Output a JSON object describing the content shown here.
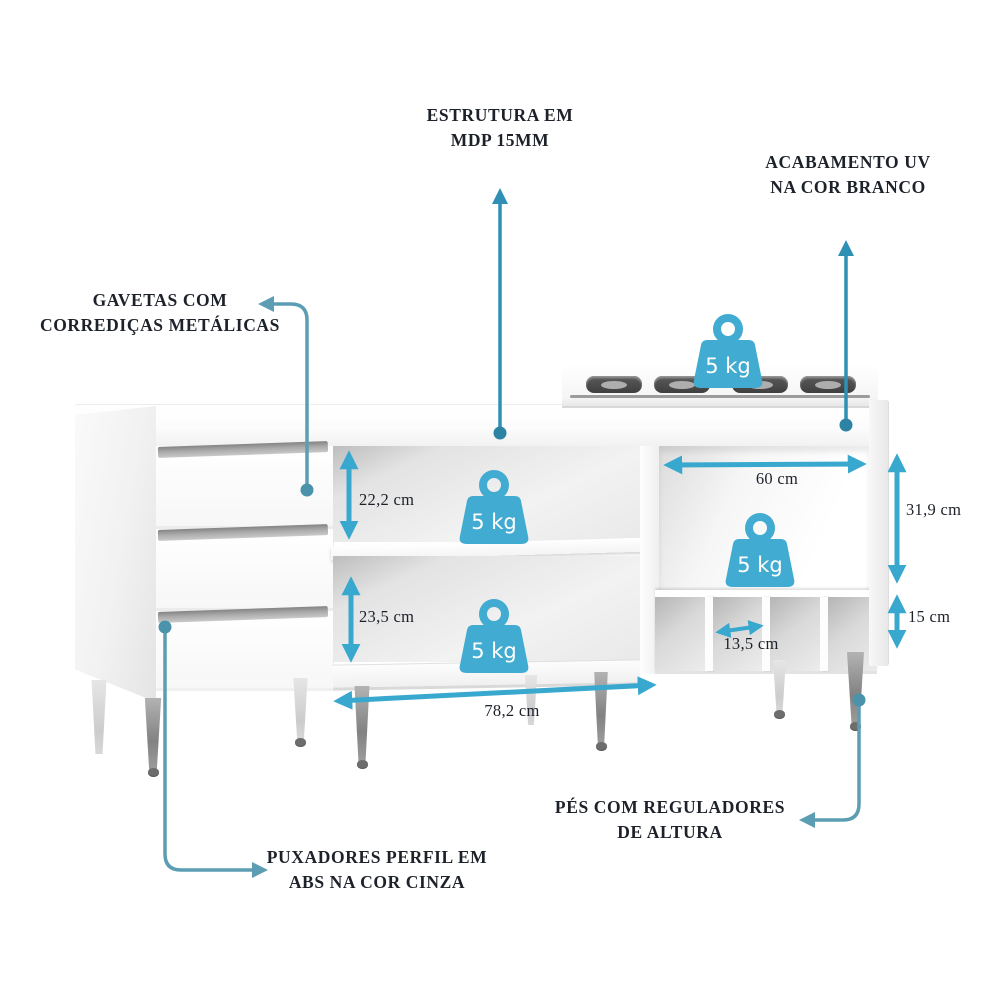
{
  "figure": {
    "type": "product-spec-diagram",
    "subject": "kitchen cabinet / balcão de cozinha with cooktop opening",
    "background_color": "#ffffff",
    "accent_color": "#38a8ce",
    "leader_line_color": "#2f90b5",
    "curved_leader_color": "#5b9db2",
    "text_color": "#1d2129"
  },
  "notes": {
    "estrutura": {
      "line1": "ESTRUTURA EM",
      "line2": "MDP 15MM"
    },
    "acabamento": {
      "line1": "ACABAMENTO UV",
      "line2": "NA COR BRANCO"
    },
    "gavetas": {
      "line1": "GAVETAS COM",
      "line2": "CORREDIÇAS METÁLICAS"
    },
    "puxadores": {
      "line1": "PUXADORES PERFIL EM",
      "line2": "ABS NA COR CINZA"
    },
    "pes": {
      "line1": "PÉS COM REGULADORES",
      "line2": "DE ALTURA"
    }
  },
  "dimensions": {
    "upper_shelf_height": "22,2 cm",
    "lower_shelf_height": "23,5 cm",
    "shelf_width": "78,2 cm",
    "cooktop_opening_width": "60 cm",
    "cooktop_opening_height": "31,9 cm",
    "cubby_height": "15 cm",
    "cubby_width": "13,5 cm"
  },
  "weight_capacity": {
    "upper_shelf": "5 kg",
    "lower_shelf": "5 kg",
    "cooktop_top": "5 kg",
    "cubby_top_shelf": "5 kg"
  }
}
